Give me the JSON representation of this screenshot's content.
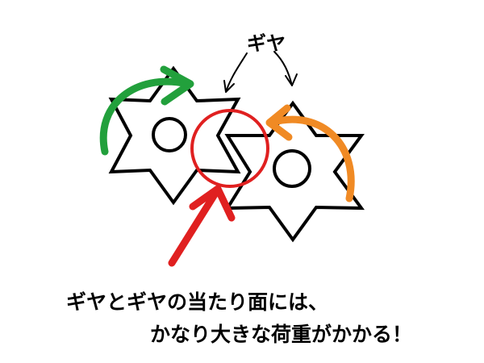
{
  "diagram": {
    "gear_label": "ギヤ",
    "caption_line1": "ギヤとギヤの当たり面には、",
    "caption_line2": "かなり大きな荷重がかかる！"
  },
  "colors": {
    "outline": "#000000",
    "rotation_arrow_left": "#22a03c",
    "rotation_arrow_right": "#f08a24",
    "contact_circle": "#e02020",
    "pointer_arrow": "#e02020"
  },
  "icons": {
    "gear_left": "six-point-star-gear",
    "gear_right": "six-point-star-gear",
    "contact": "circle-highlight"
  }
}
